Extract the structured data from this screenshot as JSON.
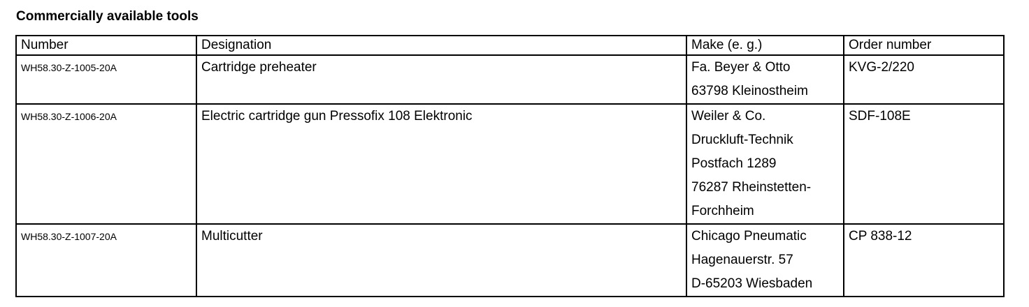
{
  "heading": "Commercially available tools",
  "table": {
    "headers": {
      "number": "Number",
      "designation": "Designation",
      "make": "Make (e. g.)",
      "order_number": "Order number"
    },
    "rows": [
      {
        "number": "WH58.30-Z-1005-20A",
        "designation": "Cartridge preheater",
        "make": [
          "Fa. Beyer & Otto",
          "63798 Kleinostheim"
        ],
        "order_number": "KVG-2/220"
      },
      {
        "number": "WH58.30-Z-1006-20A",
        "designation": "Electric cartridge gun Pressofix 108 Elektronic",
        "make": [
          "Weiler & Co.",
          "Druckluft-Technik",
          "Postfach 1289",
          "76287 Rheinstetten-",
          "Forchheim"
        ],
        "order_number": "SDF-108E"
      },
      {
        "number": "WH58.30-Z-1007-20A",
        "designation": "Multicutter",
        "make": [
          "Chicago Pneumatic",
          "Hagenauerstr. 57",
          "D-65203 Wiesbaden"
        ],
        "order_number": "CP 838-12"
      }
    ]
  }
}
